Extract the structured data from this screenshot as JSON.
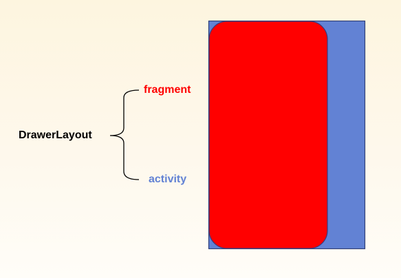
{
  "diagram": {
    "root_label": "DrawerLayout",
    "children": [
      {
        "label": "fragment",
        "color": "#ff0000"
      },
      {
        "label": "activity",
        "color": "#6282d4"
      }
    ],
    "activity_fill": "#6282d4",
    "fragment_fill": "#ff0000",
    "outline": "#2f3f78"
  }
}
